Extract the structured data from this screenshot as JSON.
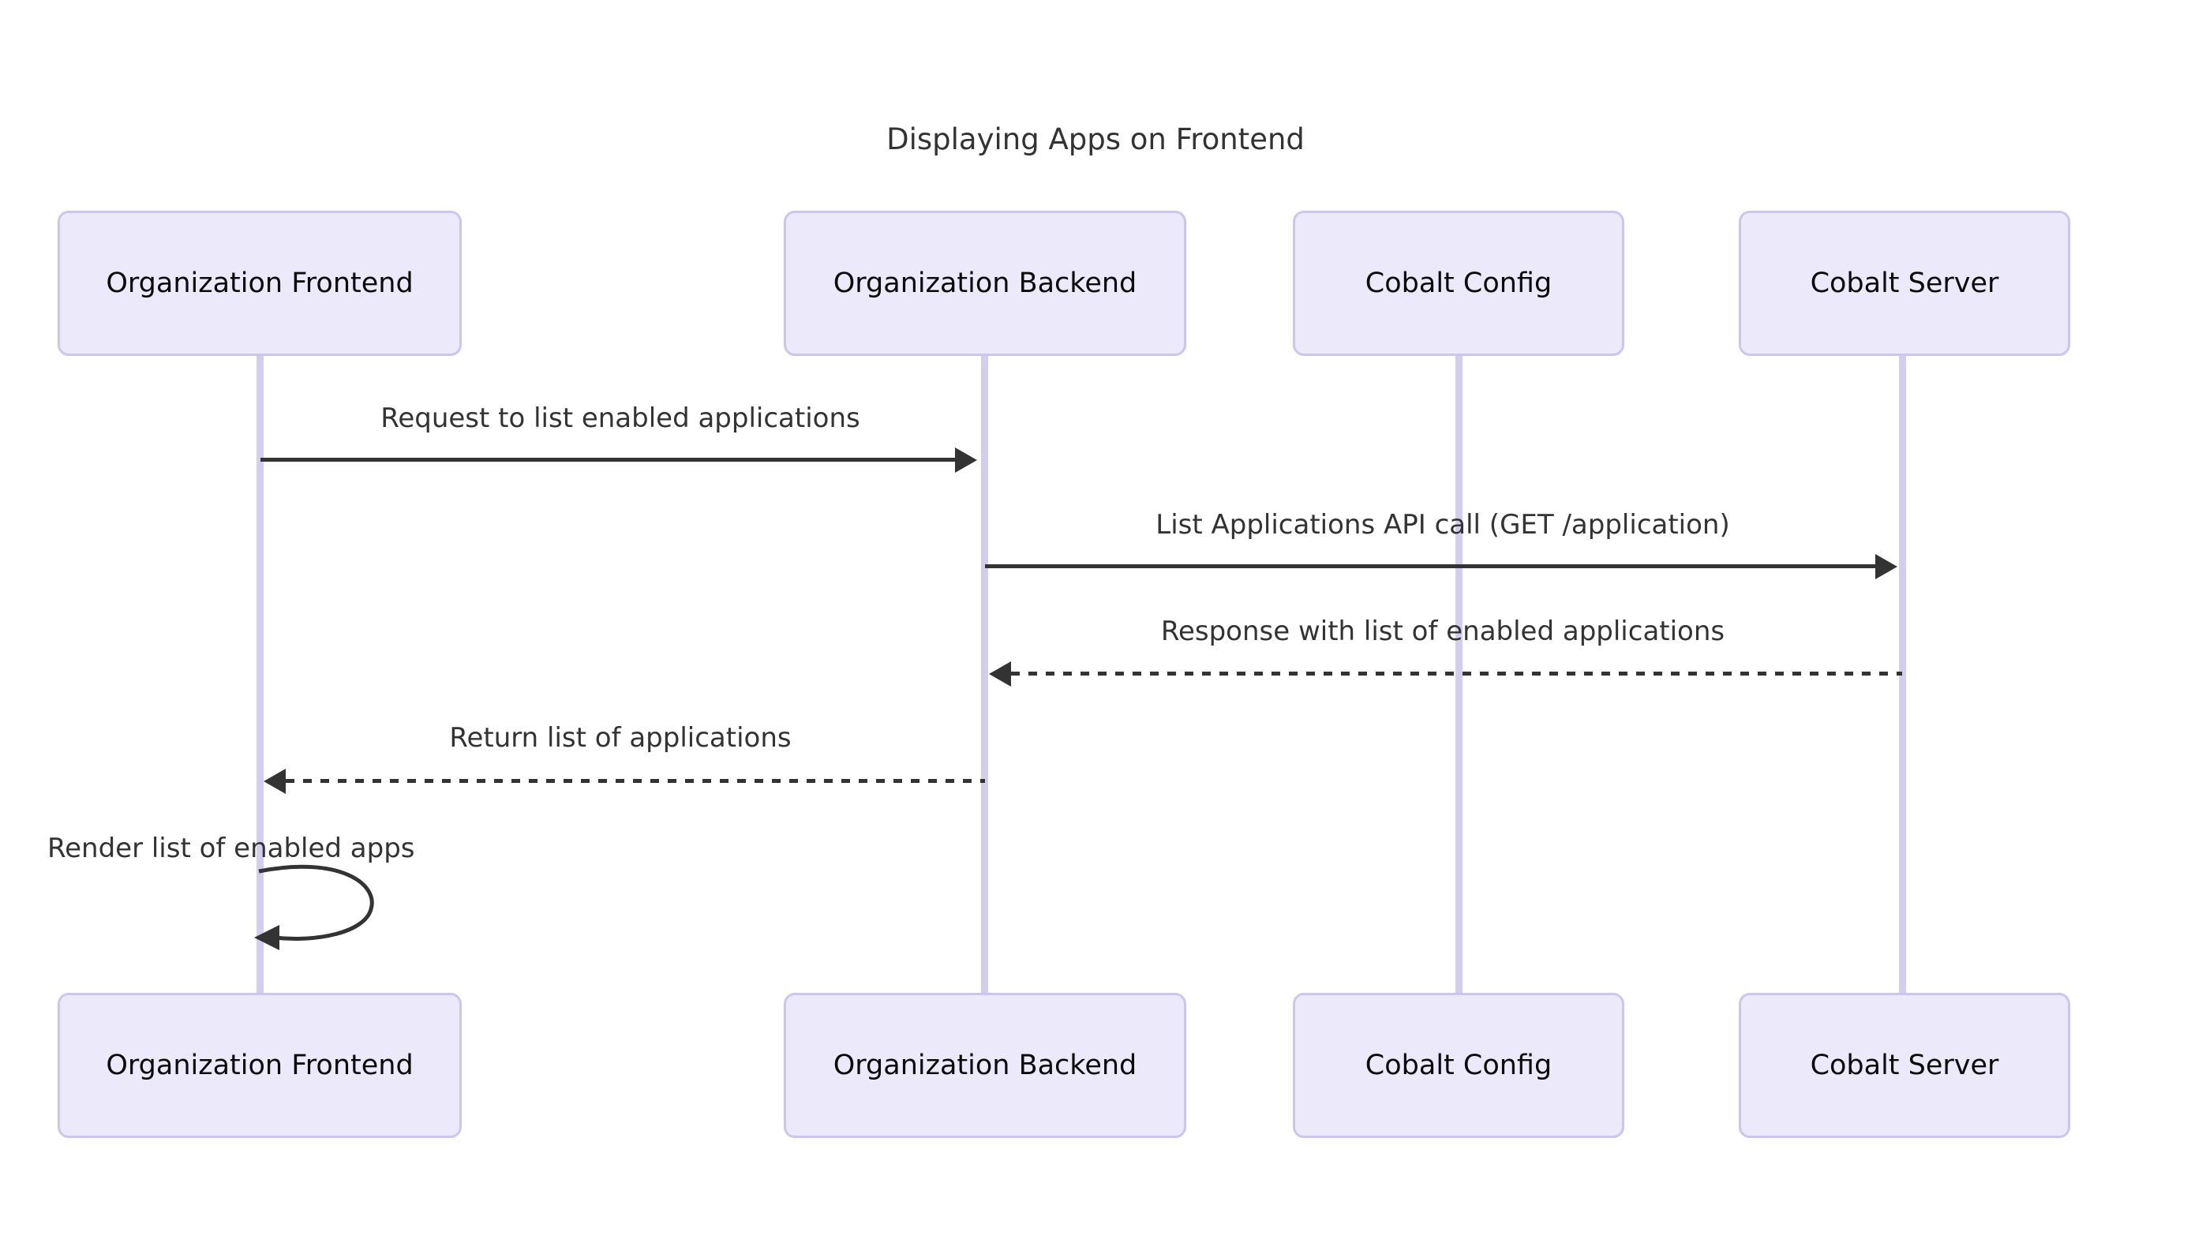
{
  "diagram": {
    "type": "sequence-diagram",
    "title": "Displaying Apps on Frontend",
    "colors": {
      "actor_fill": "#ece9fa",
      "actor_border": "#ccc5ed",
      "lifeline": "#d3cdf0",
      "arrow": "#333333",
      "text": "#333333",
      "actor_text": "#0b0b0b",
      "background": "#ffffff"
    },
    "participants": [
      {
        "id": "frontend",
        "label": "Organization Frontend"
      },
      {
        "id": "backend",
        "label": "Organization Backend"
      },
      {
        "id": "config",
        "label": "Cobalt Config"
      },
      {
        "id": "server",
        "label": "Cobalt Server"
      }
    ],
    "messages": [
      {
        "index": 1,
        "label": "Request to list enabled applications",
        "from": "frontend",
        "to": "backend",
        "direction": "right",
        "line": "solid",
        "arrow": "filled"
      },
      {
        "index": 2,
        "label": "List Applications API call (GET /application)",
        "from": "backend",
        "to": "server",
        "direction": "right",
        "line": "solid",
        "arrow": "filled"
      },
      {
        "index": 3,
        "label": "Response with list of enabled applications",
        "from": "server",
        "to": "backend",
        "direction": "left",
        "line": "dashed",
        "arrow": "filled"
      },
      {
        "index": 4,
        "label": "Return list of applications",
        "from": "backend",
        "to": "frontend",
        "direction": "left",
        "line": "dashed",
        "arrow": "filled"
      },
      {
        "index": 5,
        "label": "Render list of enabled apps",
        "from": "frontend",
        "to": "frontend",
        "direction": "self",
        "line": "solid",
        "arrow": "filled"
      }
    ]
  }
}
